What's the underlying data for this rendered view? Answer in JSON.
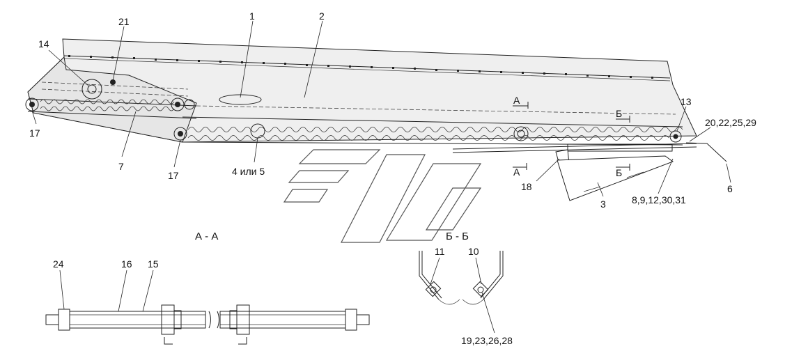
{
  "drawing": {
    "callouts": [
      "1",
      "2",
      "21",
      "14",
      "17",
      "7",
      "17",
      "4 или 5",
      "13",
      "20,22,25,29",
      "18",
      "3",
      "6",
      "8,9,12,30,31",
      "24",
      "16",
      "15",
      "11",
      "10",
      "19,23,26,28"
    ],
    "section_aa": "А - А",
    "section_bb": "Б - Б",
    "cut_marks": [
      "А",
      "А",
      "Б",
      "Б"
    ]
  },
  "colors": {
    "ink": "#222222",
    "panel_fill": "#efefef",
    "logo_stroke": "#555555",
    "background": "#ffffff"
  }
}
